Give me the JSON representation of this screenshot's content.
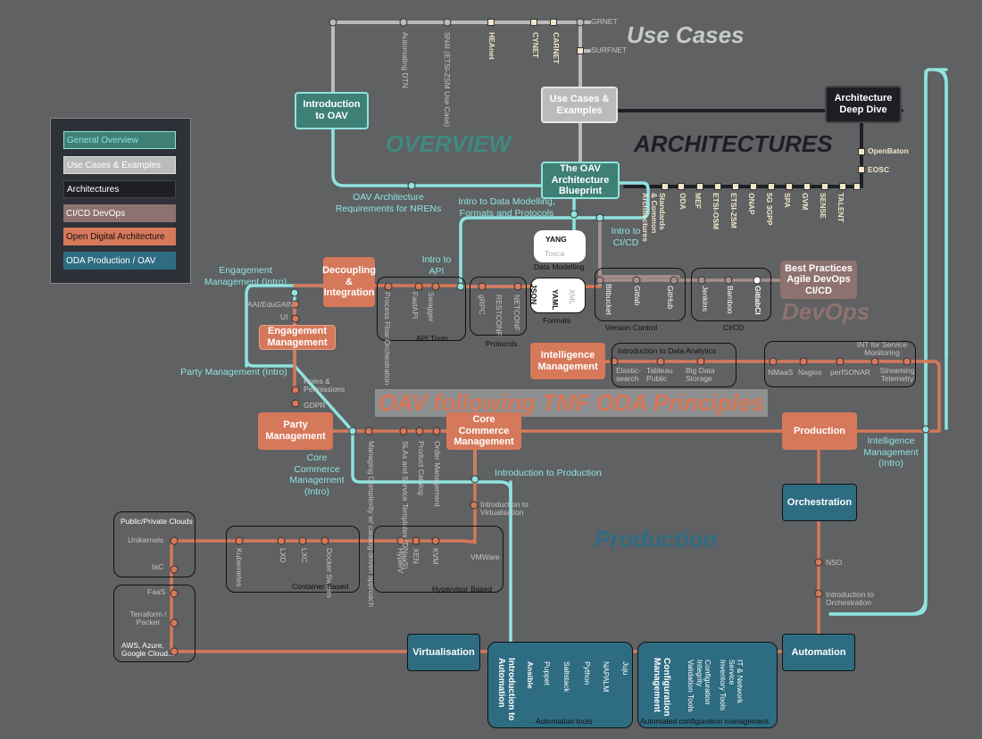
{
  "colors": {
    "background": "#5f6163",
    "overview_teal": "#8fe3df",
    "overview_box": "#3e7f76",
    "use_cases_gray": "#b9bcba",
    "architectures_black": "#1d1f25",
    "cicd_mauve": "#8e7270",
    "oda_orange": "#d6785a",
    "production_blue": "#2e6c82"
  },
  "section_titles": {
    "use_cases": "Use Cases",
    "overview": "OVERVIEW",
    "architectures": "ARCHITECTURES",
    "devops": "DevOps",
    "oda": "OAV following TMF ODA Principles",
    "production": "Production"
  },
  "legend": {
    "items": [
      "General Overview",
      "Use Cases & Examples",
      "Architectures",
      "CI/CD DevOps",
      "Open Digital Architecture",
      "ODA Production / OAV"
    ]
  },
  "boxes": {
    "intro_oav": "Introduction to OAV",
    "use_cases_examples": "Use Cases & Examples",
    "architecture_deep_dive": "Architecture Deep Dive",
    "oav_blueprint": "The OAV Architecture Blueprint",
    "decoupling_integration": "Decoupling & Integration",
    "engagement_management": "Engagement Management",
    "best_practices": "Best Practices Agile DevOps CI/CD",
    "intelligence_management": "Intelligence Management",
    "party_management": "Party Management",
    "core_commerce_management": "Core Commerce Management",
    "production": "Production",
    "orchestration": "Orchestration",
    "virtualisation": "Virtualisation",
    "automation": "Automation"
  },
  "top_stops": {
    "grnet": "GRNET",
    "surfnet": "SURFNET",
    "automating_dtn": "Automating DTN",
    "sdn_etsi_zsm": "SN4I (ETSI-ZSM Use Case)",
    "heanet": "HEAnet",
    "cynet": "CYNET",
    "carnet": "CARNET"
  },
  "arch_stops": [
    "Standards & Common Architectures",
    "ODA",
    "MEF",
    "ETSI-OSM",
    "ETSI-ZSM",
    "ONAP",
    "5G 3GPP",
    "SPA",
    "GVM",
    "SENSE",
    "TALENT"
  ],
  "arch_side_stops": {
    "openbaton": "OpenBaton",
    "eosc": "EOSC"
  },
  "line_labels": {
    "oav_requirements": "OAV Architecture Requirements for NRENs",
    "intro_data_modelling": "Intro to Data Modelling, Formats and Protocols",
    "intro_cicd": "Intro to CI/CD",
    "intro_api": "Intro to API",
    "engagement_intro": "Engagement Management (Intro)",
    "party_intro": "Party Management (Intro)",
    "core_commerce_intro": "Core Commerce Management (Intro)",
    "intro_production": "Introduction to Production",
    "intelligence_intro": "Intelligence Management (Intro)"
  },
  "data_modelling": {
    "yang": "YANG",
    "tosca": "Tosca",
    "caption": "Data Modelling"
  },
  "formats": {
    "json": "JSON",
    "yaml": "YAML",
    "xml": "XML",
    "caption": "Formats"
  },
  "protocols": {
    "grpc": "gRPC",
    "netconf": "NETCONF",
    "restconf": "RESTCONF",
    "caption": "Protocols"
  },
  "api_tools": {
    "process_flow": "Process Flow Orchestration",
    "fastapi": "FastAPI",
    "swagger": "Swagger",
    "caption": "API Tools"
  },
  "version_control": {
    "bitbucket": "Bitbucket",
    "gitlab": "Gitlab",
    "github": "GitHub",
    "caption": "Version Control"
  },
  "cicd_group": {
    "jenkins": "Jenkins",
    "bamboo": "Bamboo",
    "gitlabci": "GitlabCI",
    "caption": "CI/CD"
  },
  "engagement_stops": {
    "aai": "AAI/EduGAIN",
    "ui": "UI"
  },
  "party_stops": {
    "roles": "Roles & Permissions",
    "gdpr": "GDPR"
  },
  "analytics": {
    "caption": "Introduction to Data Analytics",
    "elastic": "Elastic-search",
    "tableau": "Tableau Public",
    "bigdata": "Big Data Storage"
  },
  "monitoring": {
    "nmaas": "NMaaS",
    "nagios": "Nagios",
    "perfsonar": "perfSONAR",
    "int": "INT for Service Monitoring",
    "streaming": "Streaming Telemetry"
  },
  "commerce_stops": {
    "managing": "Managing Complexity w/ catalog-driven approach",
    "slas": "SLAs and Service Templates (DNaaS)",
    "product_catalog": "Product Catalog",
    "order_mgmt": "Order Management"
  },
  "virtualisation_intro": "Introduction to Virtualisation",
  "clouds": {
    "public_private": "Public/Private Clouds",
    "unikernels": "Unikernels",
    "iac": "IaC",
    "faas": "FaaS",
    "terraform": "Terraform / Packer",
    "aws": "AWS, Azure, Google Cloud..."
  },
  "container": {
    "kubernetes": "Kubernetes",
    "lxd": "LXD",
    "lxc": "LXC",
    "docker": "Docker Swarm",
    "caption": "Container Based"
  },
  "hypervisor": {
    "hyperv": "HyperV",
    "xen": "XEN",
    "kvm": "KVM",
    "vmware": "VMWare",
    "caption": "Hypervisor Based"
  },
  "orchestration_stops": {
    "nso": "NSO",
    "intro_orchestration": "Introduction to Orchestration"
  },
  "automation_tools": {
    "intro_automation": "Introduction to Automation",
    "ansible": "Ansible",
    "puppet": "Puppet",
    "saltstack": "Saltstack",
    "python": "Python",
    "napalm": "NAPALM",
    "juju": "Juju",
    "caption": "Automation tools"
  },
  "config_mgmt": {
    "config_management": "Configuration Management",
    "integrity": "Configuration Integrity Validation Tools",
    "inventory": "IT & Network Service Inventory Tools",
    "caption": "Automated configuration management"
  }
}
